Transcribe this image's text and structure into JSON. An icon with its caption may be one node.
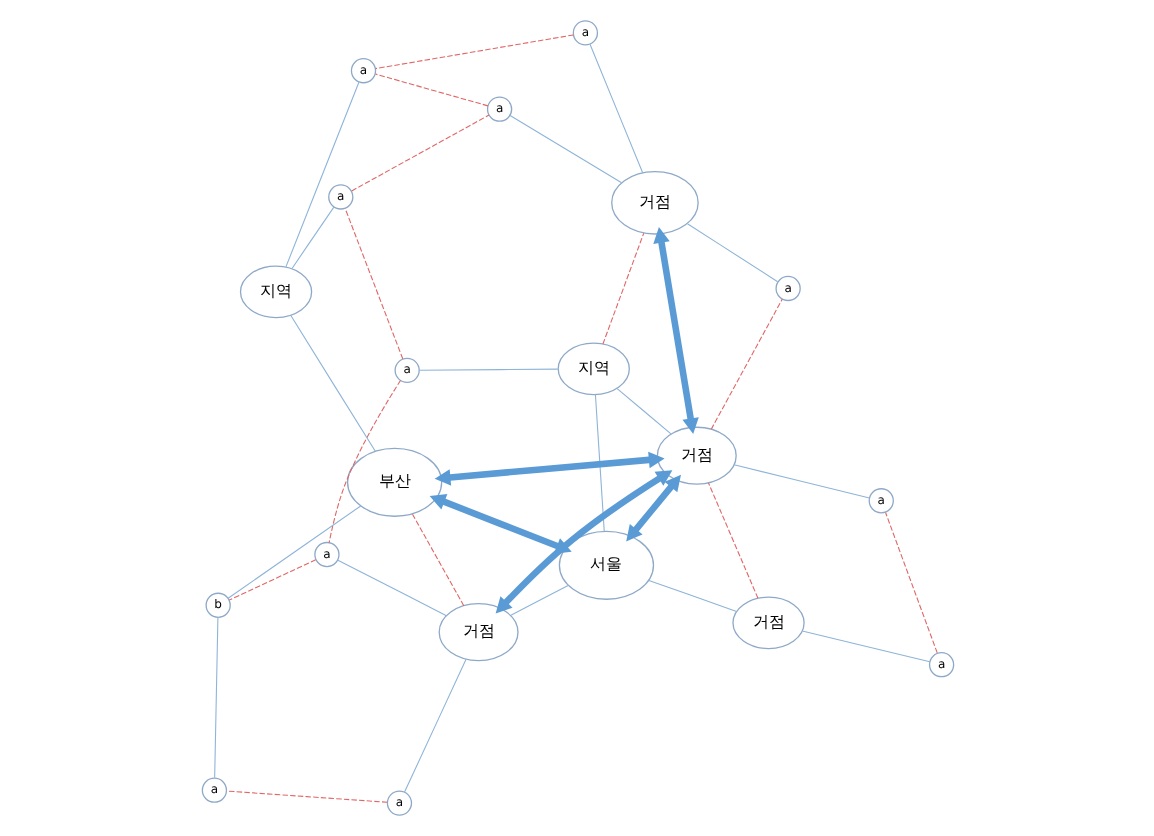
{
  "diagram": {
    "nodes": [
      {
        "text": [
          "거점"
        ]
      },
      {
        "text": [
          "서울"
        ]
      },
      {
        "text": [
          "a"
        ]
      },
      {
        "text": [
          "지역"
        ]
      },
      {
        "text": [
          "거점"
        ]
      },
      {
        "text": [
          "a"
        ]
      },
      {
        "text": [
          "a"
        ]
      },
      {
        "text": [
          "거점"
        ]
      },
      {
        "text": [
          "a"
        ]
      },
      {
        "text": [
          "a"
        ]
      },
      {
        "text": [
          "a"
        ]
      },
      {
        "text": [
          "b"
        ]
      },
      {
        "text": [
          "a"
        ]
      },
      {
        "text": [
          "a"
        ]
      },
      {
        "text": [
          "거점"
        ]
      },
      {
        "text": [
          "지역"
        ]
      },
      {
        "text": [
          "부산"
        ]
      },
      {
        "text": [
          "a"
        ]
      },
      {
        "text": [
          "a"
        ]
      },
      {
        "text": [
          "a"
        ]
      }
    ],
    "edges": [
      {
        "from": 0,
        "to": 1,
        "arrow": "none"
      },
      {
        "from": 0,
        "to": 2,
        "arrow": "none"
      },
      {
        "from": 5,
        "to": 7,
        "arrow": "none"
      },
      {
        "from": 1,
        "to": 3,
        "arrow": "none"
      },
      {
        "from": 1,
        "to": 4,
        "arrow": "none"
      },
      {
        "from": 3,
        "to": 9,
        "arrow": "none"
      },
      {
        "from": 3,
        "to": 7,
        "arrow": "none"
      },
      {
        "from": 4,
        "to": 6,
        "arrow": "none"
      },
      {
        "from": 4,
        "to": 8,
        "arrow": "none"
      },
      {
        "from": 11,
        "to": 10,
        "arrow": "none"
      },
      {
        "from": 11,
        "to": 16,
        "arrow": "none"
      },
      {
        "from": 12,
        "to": 14,
        "arrow": "none"
      },
      {
        "from": 13,
        "to": 15,
        "arrow": "none"
      },
      {
        "from": 15,
        "to": 16,
        "arrow": "none"
      },
      {
        "from": 14,
        "to": 17,
        "arrow": "none"
      },
      {
        "from": 14,
        "to": 19,
        "arrow": "none"
      },
      {
        "from": 15,
        "to": 18,
        "arrow": "none"
      },
      {
        "from": 0,
        "to": 7,
        "arrow": "none",
        "style": "dashed",
        "color": "#e06666"
      },
      {
        "from": 2,
        "to": 5,
        "arrow": "none",
        "style": "dashed",
        "color": "#e06666"
      },
      {
        "from": 7,
        "to": 12,
        "arrow": "none",
        "style": "dashed",
        "color": "#e06666"
      },
      {
        "from": 3,
        "to": 14,
        "arrow": "none",
        "style": "dashed",
        "color": "#e06666"
      },
      {
        "from": 9,
        "to": 13,
        "arrow": "none",
        "style": "dashed",
        "color": "#e06666"
      },
      {
        "from": 13,
        "to": 17,
        "arrow": "none",
        "style": "dashed",
        "color": "#e06666"
      },
      {
        "from": 17,
        "to": 18,
        "arrow": "none",
        "style": "dashed",
        "color": "#e06666"
      },
      {
        "from": 19,
        "to": 18,
        "arrow": "none",
        "style": "dashed",
        "color": "#e06666"
      },
      {
        "from": 9,
        "to": 8,
        "arrow": "none",
        "style": "dashed",
        "color": "#e06666"
      },
      {
        "from": 4,
        "to": 16,
        "arrow": "none",
        "style": "dashed",
        "color": "#e06666"
      },
      {
        "from": 8,
        "to": 11,
        "arrow": "none",
        "style": "dashed",
        "color": "#e06666"
      },
      {
        "from": 6,
        "to": 10,
        "arrow": "none",
        "style": "dashed",
        "color": "#e06666"
      },
      {
        "from": 1,
        "to": 7,
        "arrow": "both",
        "style": "thick",
        "color": "#5b9bd5"
      },
      {
        "from": 7,
        "to": 14,
        "arrow": "both",
        "style": "thick",
        "color": "#5b9bd5"
      },
      {
        "from": 7,
        "to": 4,
        "arrow": "both",
        "style": "thick",
        "color": "#5b9bd5"
      },
      {
        "from": 7,
        "to": 16,
        "arrow": "both",
        "style": "thick",
        "color": "#5b9bd5"
      },
      {
        "from": 1,
        "to": 16,
        "arrow": "both",
        "style": "thick",
        "color": "#5b9bd5"
      }
    ]
  }
}
